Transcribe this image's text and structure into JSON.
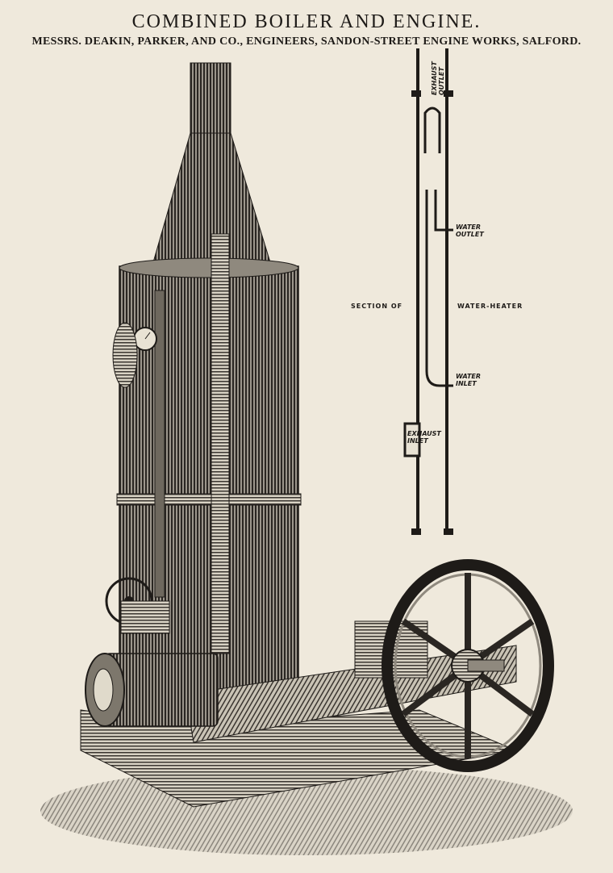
{
  "header": {
    "title": "COMBINED BOILER AND ENGINE.",
    "subtitle": "MESSRS. DEAKIN, PARKER, AND CO., ENGINEERS, SANDON-STREET ENGINE WORKS, SALFORD."
  },
  "diagram": {
    "exhaust_outlet": [
      "EXHAUST",
      "OUTLET"
    ],
    "water_outlet": [
      "WATER",
      "OUTLET"
    ],
    "section_left": "SECTION OF",
    "section_right": "WATER-HEATER",
    "water_inlet": [
      "WATER",
      "INLET"
    ],
    "exhaust_inlet": [
      "EXHAUST",
      "INLET"
    ]
  },
  "colors": {
    "paper": "#efe9dc",
    "ink": "#1e1b18"
  }
}
